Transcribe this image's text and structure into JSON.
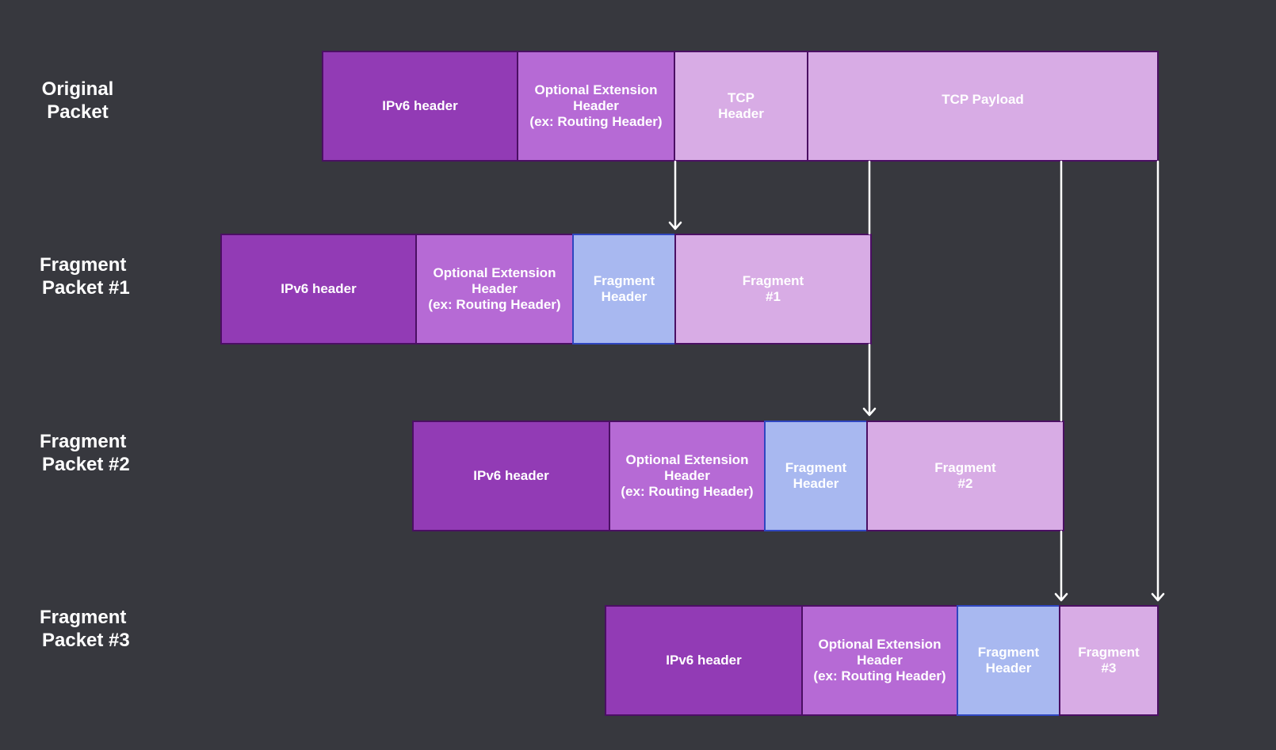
{
  "rows": [
    {
      "label_line1": "Original",
      "label_line2": "Packet",
      "cells": [
        {
          "text": "IPv6 header",
          "kind": "ipv6"
        },
        {
          "text": "Optional Extension\nHeader\n(ex: Routing Header)",
          "kind": "ext"
        },
        {
          "text": "TCP\nHeader",
          "kind": "tcp"
        },
        {
          "text": "TCP Payload",
          "kind": "tcp"
        }
      ]
    },
    {
      "label_line1": "Fragment",
      "label_line2": "Packet #1",
      "cells": [
        {
          "text": "IPv6 header",
          "kind": "ipv6"
        },
        {
          "text": "Optional Extension\nHeader\n(ex: Routing Header)",
          "kind": "ext"
        },
        {
          "text": "Fragment\nHeader",
          "kind": "frag"
        },
        {
          "text": "Fragment\n#1",
          "kind": "tcp"
        }
      ]
    },
    {
      "label_line1": "Fragment",
      "label_line2": "Packet #2",
      "cells": [
        {
          "text": "IPv6 header",
          "kind": "ipv6"
        },
        {
          "text": "Optional Extension\nHeader\n(ex: Routing Header)",
          "kind": "ext"
        },
        {
          "text": "Fragment\nHeader",
          "kind": "frag"
        },
        {
          "text": "Fragment\n#2",
          "kind": "tcp"
        }
      ]
    },
    {
      "label_line1": "Fragment",
      "label_line2": "Packet #3",
      "cells": [
        {
          "text": "IPv6 header",
          "kind": "ipv6"
        },
        {
          "text": "Optional Extension\nHeader\n(ex: Routing Header)",
          "kind": "ext"
        },
        {
          "text": "Fragment\nHeader",
          "kind": "frag"
        },
        {
          "text": "Fragment\n#3",
          "kind": "tcp"
        }
      ]
    }
  ],
  "colors": {
    "background": "#37383e",
    "ipv6": "#923bb5",
    "extension": "#b66ad5",
    "tcp": "#d8ace5",
    "fragment_header": "#a8b8f0",
    "border": "#4b0f63",
    "fragment_border": "#2f46c0",
    "arrow": "#ffffff"
  }
}
